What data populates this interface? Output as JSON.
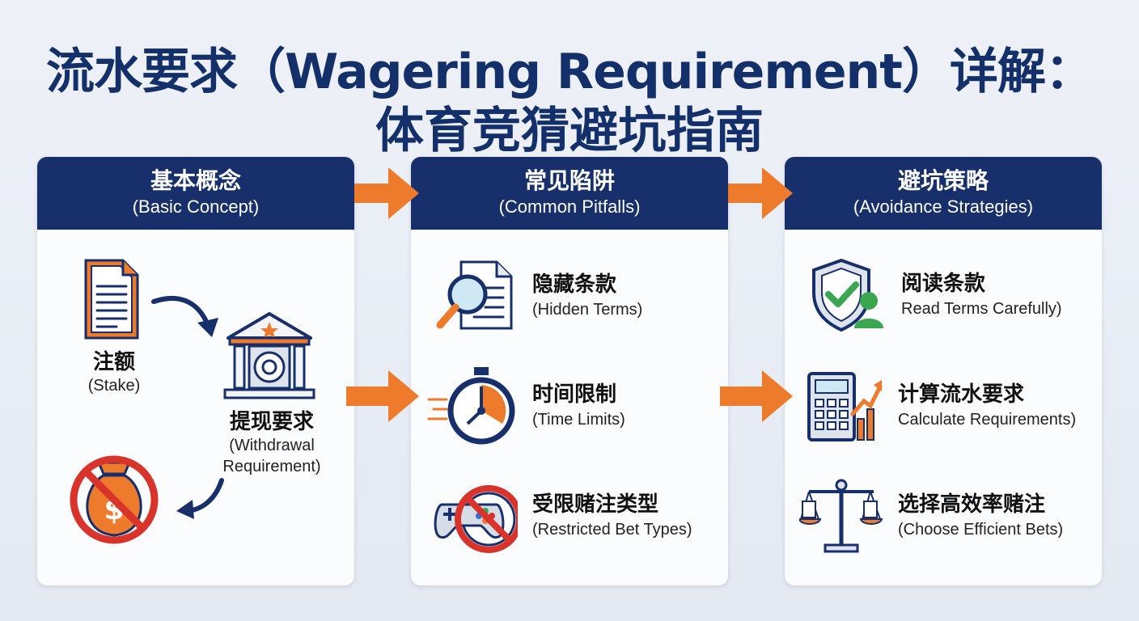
{
  "title": {
    "line1": "流水要求（Wagering Requirement）详解：",
    "line2": "体育竞猜避坑指南"
  },
  "columns": [
    {
      "title_cn": "基本概念",
      "title_en": "(Basic Concept)",
      "items": [
        {
          "cn": "注额",
          "en": "(Stake)",
          "icon": "document-icon"
        },
        {
          "cn": "提现要求",
          "en_line1": "(Withdrawal",
          "en_line2": "Requirement)",
          "icon": "bank-vault-icon"
        },
        {
          "icon": "no-money-bag-icon"
        }
      ]
    },
    {
      "title_cn": "常见陷阱",
      "title_en": "(Common Pitfalls)",
      "items": [
        {
          "cn": "隐藏条款",
          "en": "(Hidden Terms)",
          "icon": "magnifier-document-icon"
        },
        {
          "cn": "时间限制",
          "en": "(Time Limits)",
          "icon": "stopwatch-icon"
        },
        {
          "cn": "受限赌注类型",
          "en": "(Restricted Bet Types)",
          "icon": "no-gamepad-icon"
        }
      ]
    },
    {
      "title_cn": "避坑策略",
      "title_en": "(Avoidance Strategies)",
      "items": [
        {
          "cn": "阅读条款",
          "en": "Read Terms Carefully)",
          "icon": "shield-check-icon"
        },
        {
          "cn": "计算流水要求",
          "en": "Calculate Requirements)",
          "icon": "calculator-chart-icon"
        },
        {
          "cn": "选择高效率赌注",
          "en": "(Choose Efficient Bets)",
          "icon": "balance-scale-icon"
        }
      ]
    }
  ],
  "colors": {
    "navy": "#172f6b",
    "orange": "#ee7a2c",
    "red": "#d9342b",
    "green": "#3aa650"
  }
}
